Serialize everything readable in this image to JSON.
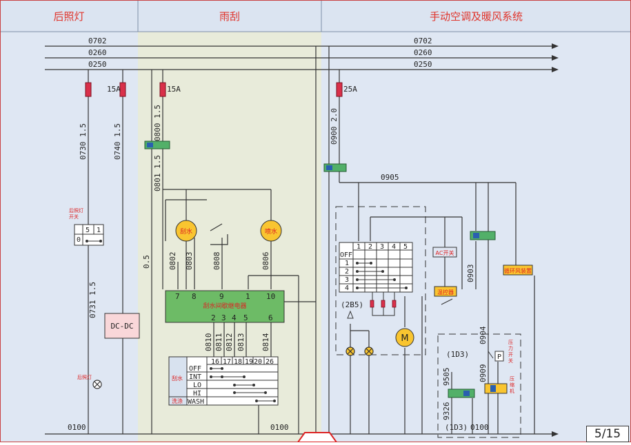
{
  "sections": {
    "rear_light": "后照灯",
    "wiper": "雨刮",
    "ac": "手动空调及暖风系统"
  },
  "bus_labels": {
    "left": [
      "0702",
      "0260",
      "0250"
    ],
    "right": [
      "0702",
      "0260",
      "0250"
    ]
  },
  "fuses": {
    "f1": "15A",
    "f2": "15A",
    "f3": "25A"
  },
  "wires": {
    "w0730": "0730  1.5",
    "w0740": "0740  1.5",
    "w0731": "0731  1.5",
    "w0800": "0800  1.5",
    "w0801": "0801  1.5",
    "w05": "0.5",
    "w0802": "0802",
    "w0803": "0803",
    "w0808": "0808",
    "w0806": "0806",
    "w0810": "0810",
    "w0811": "0811",
    "w0812": "0812",
    "w0813": "0813",
    "w0814": "0814",
    "w0900": "0900  2.0",
    "w0905": "0905",
    "w0903": "0903",
    "w0904": "0904",
    "w0909": "0909",
    "w9505": "9505",
    "w9326": "9326",
    "w0100a": "0100",
    "w0100b": "0100",
    "w0100c": "0100"
  },
  "rear_light_switch": {
    "label": "后照灯\n开关",
    "pins": [
      "5",
      "1"
    ],
    "state": "0"
  },
  "dcdc": "DC-DC",
  "rear_lamp": "后照灯",
  "wiper_motor": "刮水",
  "washer_motor": "喷水",
  "relay": {
    "label": "刮水间歇继电器",
    "top_pins": [
      "7",
      "8",
      "9",
      "1",
      "10"
    ],
    "bottom_pins": [
      "2",
      "3",
      "4",
      "5",
      "6"
    ]
  },
  "wiper_switch": {
    "pins": [
      "16",
      "17",
      "18",
      "19",
      "20",
      "26"
    ],
    "rows": [
      "OFF",
      "INT",
      "LO",
      "HI",
      "WASH"
    ],
    "group_wiper": "刮水",
    "group_wash": "洗涤"
  },
  "blower_switch": {
    "pins": [
      "1",
      "2",
      "3",
      "4",
      "5"
    ],
    "rows": [
      "OFF",
      "1",
      "2",
      "3",
      "4"
    ],
    "connector": "(2B5)"
  },
  "motor": "M",
  "ac_switch": "AC开关",
  "thermostat": "温控器",
  "recirc": "循环风装置",
  "pressure_switch": {
    "label": "压\n力\n开\n关",
    "symbol": "P"
  },
  "compressor": "压\n缩\n机",
  "connectors": {
    "c1": "(1D3)",
    "c2": "(1D3)"
  },
  "page": "5/15"
}
